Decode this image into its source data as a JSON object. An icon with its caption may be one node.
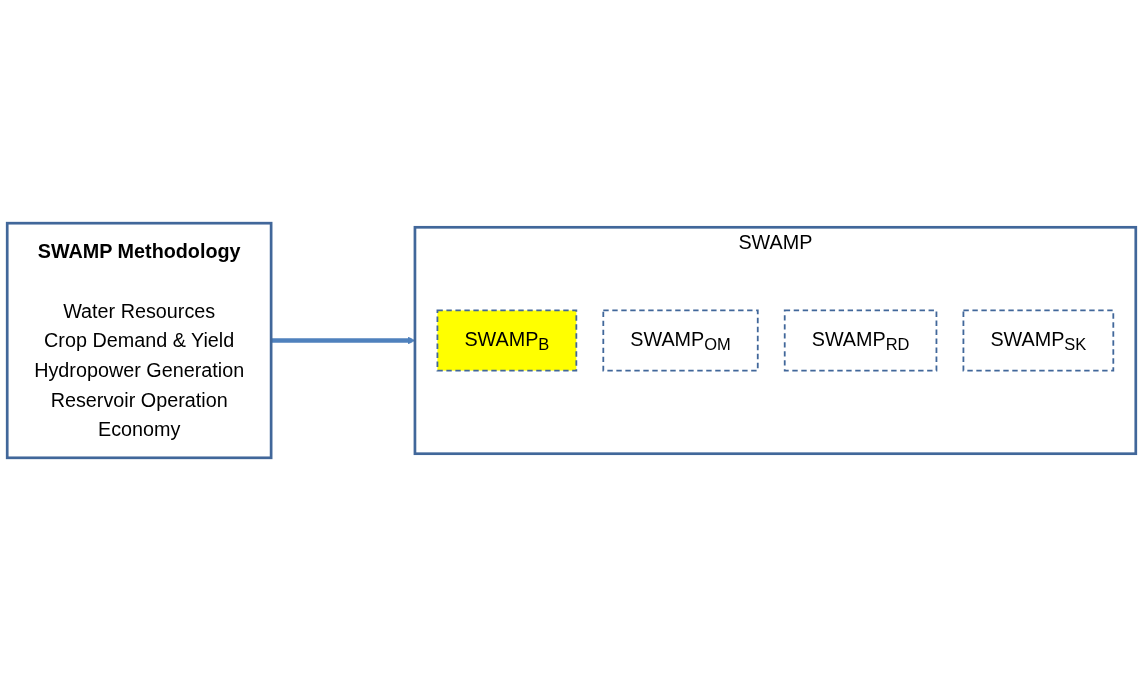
{
  "diagram": {
    "nodes": [
      {
        "text": [
          "SWAMP Methodology",
          "Water Resources",
          "Crop Demand & Yield",
          "Hydropower Generation",
          "Reservoir Operation",
          "Economy"
        ]
      },
      {
        "text": [
          "SWAMP"
        ]
      },
      {
        "text": [
          "SWAMP$_{B}$"
        ],
        "in": 1
      },
      {
        "text": [
          "SWAMP$_{OM}$"
        ],
        "in": 1
      },
      {
        "text": [
          "SWAMP$_{RD}$"
        ],
        "in": 1
      },
      {
        "text": [
          "SWAMP$_{SK}$"
        ],
        "in": 1
      }
    ],
    "edges": [
      {
        "from": 0,
        "to": 1,
        "arrow": "to",
        "color": "#4f81bd"
      }
    ]
  }
}
